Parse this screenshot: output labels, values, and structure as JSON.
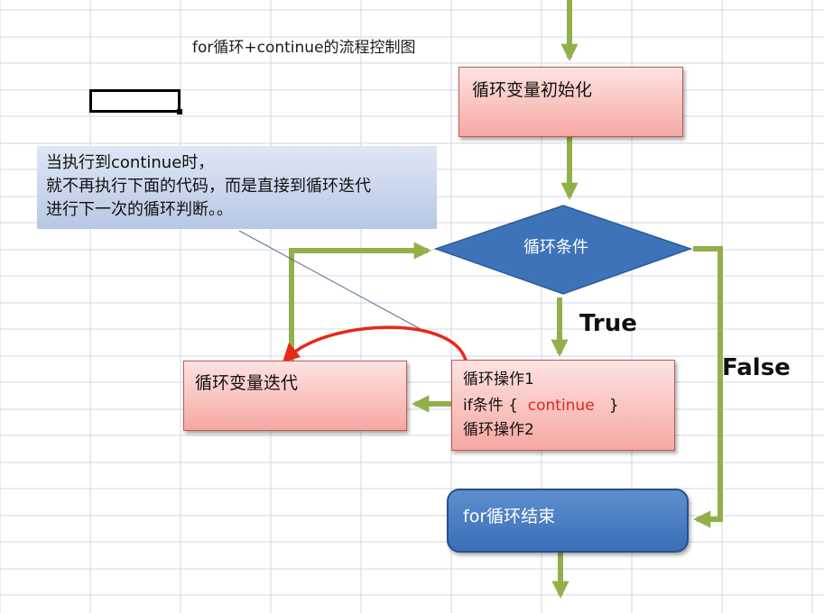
{
  "title": "for循环+continue的流程控制图",
  "callout": {
    "lines": [
      "当执行到continue时，",
      "就不再执行下面的代码，而是直接到循环迭代",
      "进行下一次的循环判断。。"
    ]
  },
  "nodes": {
    "init": "循环变量初始化",
    "condition": "循环条件",
    "iteration": "循环变量迭代",
    "operations": {
      "line1": "循环操作1",
      "line2_prefix": "if条件 {",
      "line2_keyword": "continue",
      "line2_suffix": "}",
      "line3": "循环操作2"
    },
    "end": "for循环结束"
  },
  "edge_labels": {
    "true": "True",
    "false": "False"
  },
  "colors": {
    "arrow": "#92b04a",
    "process_fill": "#f6a8a3",
    "decision_fill": "#3e73b8",
    "terminal_fill": "#4a80c5",
    "continue_path": "#e8281a",
    "grid": "#d0d7e5"
  }
}
